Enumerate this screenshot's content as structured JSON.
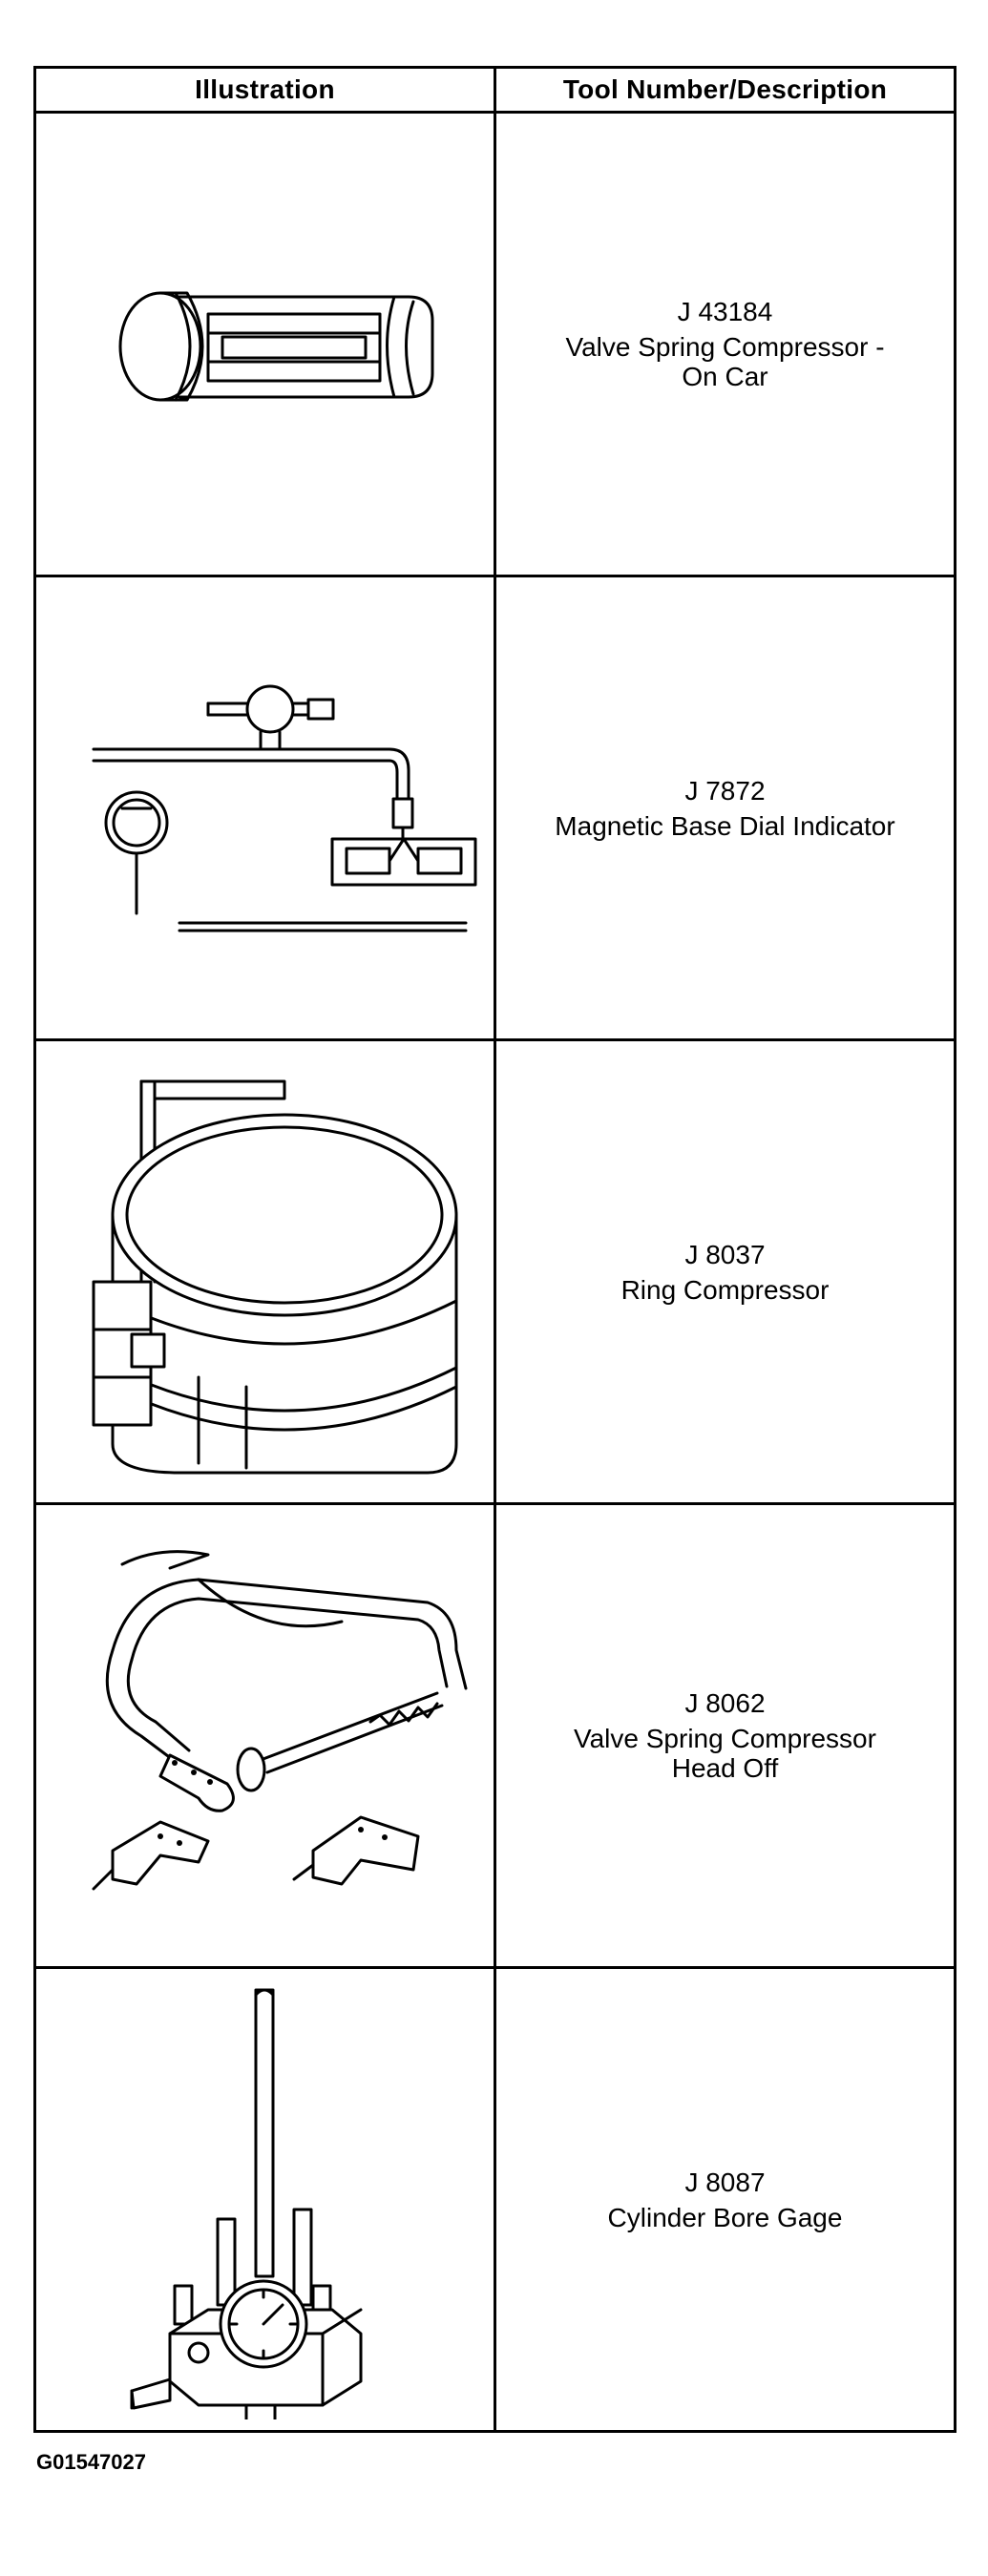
{
  "table": {
    "header_illustration": "Illustration",
    "header_description": "Tool Number/Description",
    "rows": [
      {
        "tool_number": "J 43184",
        "description": "Valve Spring Compressor -\nOn Car",
        "icon": "valve-spring-compressor-on-car-icon"
      },
      {
        "tool_number": "J 7872",
        "description": "Magnetic Base Dial Indicator",
        "icon": "magnetic-base-dial-indicator-icon"
      },
      {
        "tool_number": "J 8037",
        "description": "Ring Compressor",
        "icon": "ring-compressor-icon"
      },
      {
        "tool_number": "J 8062",
        "description": "Valve Spring Compressor\nHead Off",
        "icon": "valve-spring-compressor-head-off-icon"
      },
      {
        "tool_number": "J 8087",
        "description": "Cylinder Bore Gage",
        "icon": "cylinder-bore-gage-icon"
      }
    ]
  },
  "figure_id": "G01547027"
}
